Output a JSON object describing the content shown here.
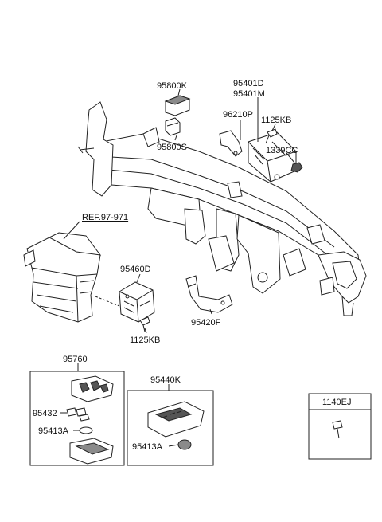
{
  "labels": {
    "p95800K": "95800K",
    "p95800S": "95800S",
    "p95401D": "95401D",
    "p95401M": "95401M",
    "p96210P": "96210P",
    "p1125KB_top": "1125KB",
    "p1339CC": "1339CC",
    "ref": "REF.97-971",
    "p95460D": "95460D",
    "p1125KB_bottom": "1125KB",
    "p95420F": "95420F",
    "p95760": "95760",
    "p95432": "95432",
    "p95413A_left": "95413A",
    "p95440K": "95440K",
    "p95413A_right": "95413A",
    "p1140EJ": "1140EJ"
  }
}
